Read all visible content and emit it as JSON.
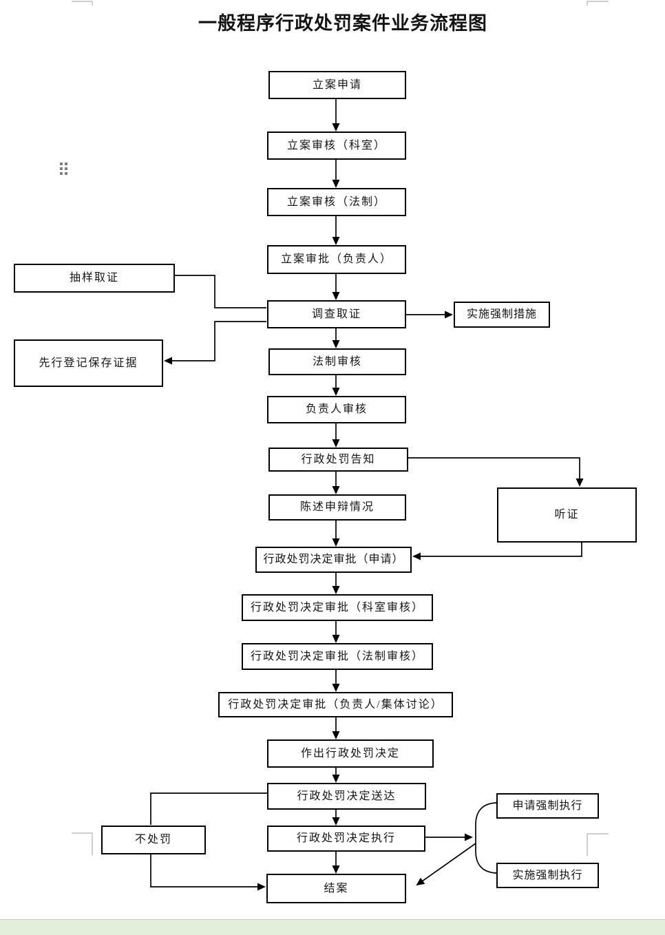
{
  "title": "一般程序行政处罚案件业务流程图",
  "nodes": {
    "filing_request": "立案申请",
    "filing_review_dept": "立案审核（科室）",
    "filing_review_legal": "立案审核（法制）",
    "filing_approval_head": "立案审批（负责人）",
    "investigation": "调查取证",
    "legal_review": "法制审核",
    "head_review": "负责人审核",
    "penalty_notice": "行政处罚告知",
    "statement_defense": "陈述申辩情况",
    "decision_approval_request": "行政处罚决定审批（申请）",
    "decision_approval_dept": "行政处罚决定审批（科室审核）",
    "decision_approval_legal": "行政处罚决定审批（法制审核）",
    "decision_approval_head": "行政处罚决定审批（负责人/集体讨论）",
    "make_decision": "作出行政处罚决定",
    "decision_delivery": "行政处罚决定送达",
    "decision_execution": "行政处罚决定执行",
    "case_closed": "结案",
    "sampling_evidence": "抽样取证",
    "prior_registration": "先行登记保存证据",
    "compulsory_measures": "实施强制措施",
    "hearing": "听证",
    "no_penalty": "不处罚",
    "apply_compulsory_execution": "申请强制执行",
    "implement_compulsory_execution": "实施强制执行"
  },
  "edges": [
    {
      "from": "filing_request",
      "to": "filing_review_dept"
    },
    {
      "from": "filing_review_dept",
      "to": "filing_review_legal"
    },
    {
      "from": "filing_review_legal",
      "to": "filing_approval_head"
    },
    {
      "from": "filing_approval_head",
      "to": "investigation"
    },
    {
      "from": "sampling_evidence",
      "to": "investigation"
    },
    {
      "from": "investigation",
      "to": "prior_registration"
    },
    {
      "from": "investigation",
      "to": "compulsory_measures"
    },
    {
      "from": "investigation",
      "to": "legal_review"
    },
    {
      "from": "legal_review",
      "to": "head_review"
    },
    {
      "from": "head_review",
      "to": "penalty_notice"
    },
    {
      "from": "penalty_notice",
      "to": "statement_defense"
    },
    {
      "from": "penalty_notice",
      "to": "hearing"
    },
    {
      "from": "statement_defense",
      "to": "decision_approval_request"
    },
    {
      "from": "hearing",
      "to": "decision_approval_request"
    },
    {
      "from": "decision_approval_request",
      "to": "decision_approval_dept"
    },
    {
      "from": "decision_approval_dept",
      "to": "decision_approval_legal"
    },
    {
      "from": "decision_approval_legal",
      "to": "decision_approval_head"
    },
    {
      "from": "decision_approval_head",
      "to": "make_decision"
    },
    {
      "from": "make_decision",
      "to": "decision_delivery"
    },
    {
      "from": "decision_delivery",
      "to": "no_penalty"
    },
    {
      "from": "decision_delivery",
      "to": "decision_execution"
    },
    {
      "from": "no_penalty",
      "to": "case_closed"
    },
    {
      "from": "decision_execution",
      "to": "apply_compulsory_execution"
    },
    {
      "from": "decision_execution",
      "to": "implement_compulsory_execution"
    },
    {
      "from": "decision_execution",
      "to": "case_closed"
    }
  ],
  "colors": {
    "box_border": "#000000",
    "connector": "#000000",
    "footer_bar": "#e3eedb",
    "corner_mark": "#bfbfbf",
    "drag_handle": "#7f7f7f"
  }
}
